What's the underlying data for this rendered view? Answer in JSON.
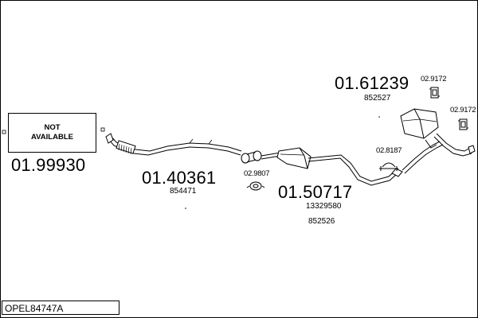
{
  "not_available": {
    "text": "NOT\nAVAILABLE",
    "part_number": "01.99930"
  },
  "front_pipe": {
    "part_number": "01.40361",
    "oem_number": "854471"
  },
  "front_clamp": {
    "part_number": "02.9807"
  },
  "middle_silencer": {
    "part_number": "01.50717",
    "oem_numbers": [
      "13329580",
      "852526"
    ]
  },
  "middle_clamp": {
    "part_number": "02.8187"
  },
  "rear_silencer": {
    "part_number": "01.61239",
    "oem_number": "852527"
  },
  "rubber_mount_1": {
    "part_number": "02.9172"
  },
  "rubber_mount_2": {
    "part_number": "02.9172"
  },
  "footer": {
    "code": "OPEL84747A"
  }
}
